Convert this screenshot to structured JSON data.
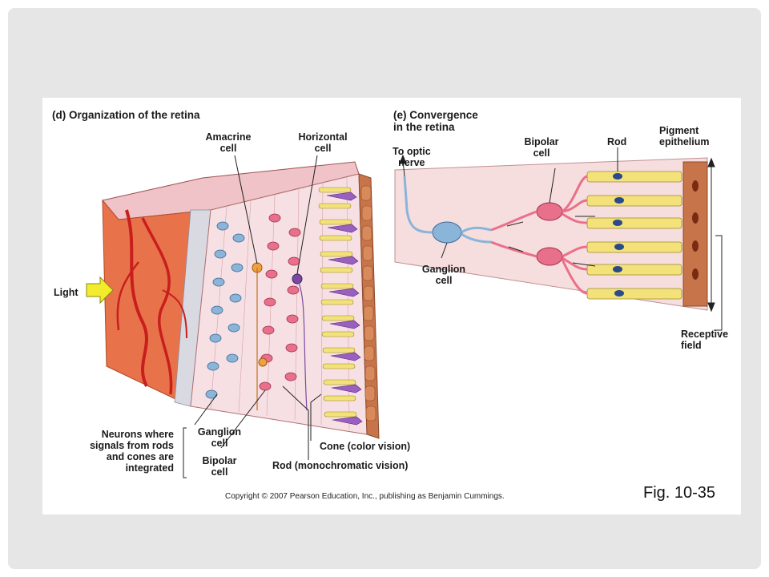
{
  "panel_d": {
    "title": "(d) Organization of the retina",
    "amacrine": [
      "Amacrine",
      "cell"
    ],
    "horizontal": [
      "Horizontal",
      "cell"
    ],
    "light": "Light",
    "neurons": [
      "Neurons where",
      "signals from rods",
      "and cones are",
      "integrated"
    ],
    "ganglion": [
      "Ganglion",
      "cell"
    ],
    "bipolar": [
      "Bipolar",
      "cell"
    ],
    "cone": "Cone (color vision)",
    "rod": "Rod (monochromatic vision)"
  },
  "panel_e": {
    "title": [
      "(e) Convergence",
      "in the retina"
    ],
    "optic": [
      "To optic",
      "nerve"
    ],
    "bipolar": [
      "Bipolar",
      "cell"
    ],
    "rod": "Rod",
    "pigment": [
      "Pigment",
      "epithelium"
    ],
    "ganglion": [
      "Ganglion",
      "cell"
    ],
    "receptive": [
      "Receptive",
      "field"
    ]
  },
  "copyright": "Copyright © 2007 Pearson Education, Inc., publishing as Benjamin Cummings.",
  "fig": "Fig. 10-35",
  "colors": {
    "background": "#e6e6e6",
    "vessel_tissue": "#e8734a",
    "rod": "#f3e27a",
    "bipolar": "#e8708a",
    "ganglion": "#8ab4d8",
    "pigment": "#c8744a",
    "arrow": "#f2ec2c"
  }
}
